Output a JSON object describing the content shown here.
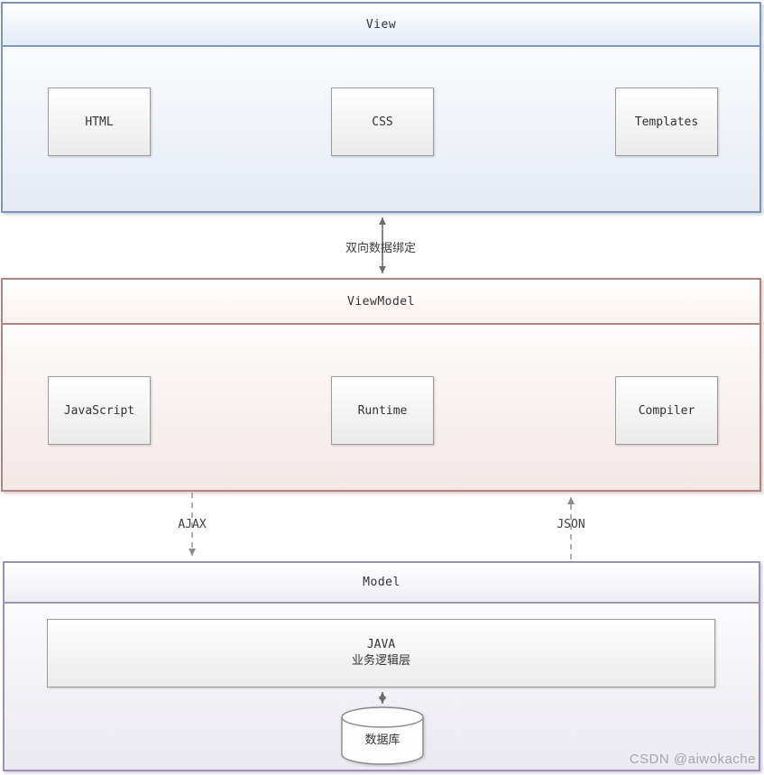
{
  "diagram": {
    "view": {
      "title": "View",
      "items": [
        "HTML",
        "CSS",
        "Templates"
      ]
    },
    "viewmodel": {
      "title": "ViewModel",
      "items": [
        "JavaScript",
        "Runtime",
        "Compiler"
      ]
    },
    "model": {
      "title": "Model",
      "logic_box": {
        "line1": "JAVA",
        "line2": "业务逻辑层"
      },
      "database_label": "数据库"
    },
    "connectors": {
      "view_viewmodel_label": "双向数据绑定",
      "ajax_label": "AJAX",
      "json_label": "JSON"
    }
  },
  "watermark": "CSDN @aiwokache",
  "colors": {
    "view_border": "#7d95bd",
    "view_fill": "#e5eaf4",
    "viewmodel_border": "#b28383",
    "viewmodel_fill": "#f3e7e6",
    "model_border": "#9c90b5",
    "model_fill": "#ebe9f1",
    "node_border": "#9c9c9c",
    "solid_arrow": "#6b6b6b",
    "dashed_arrow": "#8c8c8c",
    "watermark_text": "#a7a7ab"
  }
}
